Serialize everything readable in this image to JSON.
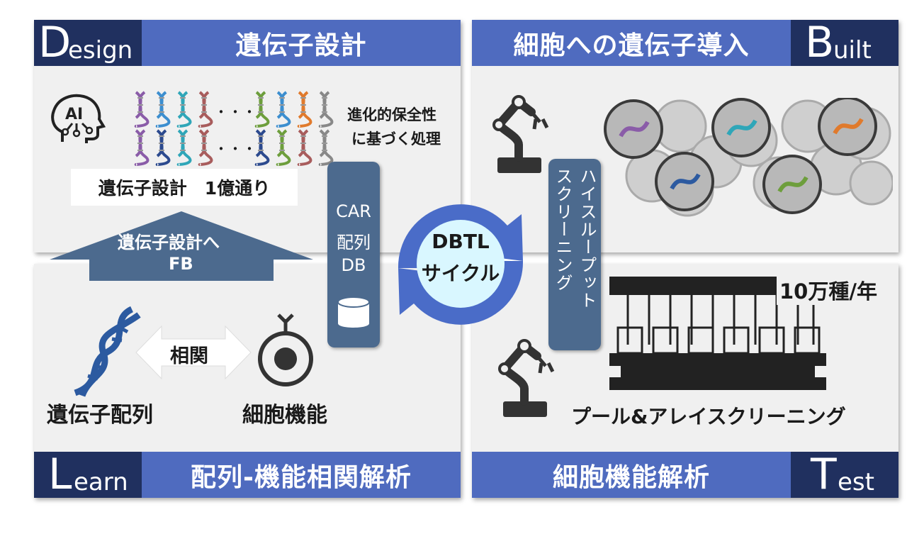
{
  "colors": {
    "bar_blue": "#4f6bbf",
    "dark_navy": "#20305f",
    "panel_gray": "#f0f0f0",
    "side_box": "#4c6a8e",
    "cycle_ring": "#4a6cc8",
    "cycle_center": "#d9f7ff"
  },
  "design": {
    "letter": "D",
    "word": "esign",
    "title": "遺伝子設計",
    "note_line1": "進化的保全性",
    "note_line2": "に基づく処理",
    "count_label": "遺伝子設計　1億通り",
    "ai_label": "AI",
    "dots_label": "・・・"
  },
  "built": {
    "letter": "B",
    "word": "uilt",
    "title": "細胞への遺伝子導入"
  },
  "learn": {
    "letter": "L",
    "word": "earn",
    "title": "配列-機能相関解析",
    "feedback_line1": "遺伝子設計へ",
    "feedback_line2": "FB",
    "correlation": "相関",
    "sequence_label": "遺伝子配列",
    "function_label": "細胞機能"
  },
  "test": {
    "letter": "T",
    "word": "est",
    "title": "細胞機能解析",
    "throughput": "10万種/年",
    "pool_label": "プール&アレイスクリーニング"
  },
  "db": {
    "line1": "CAR",
    "line2": "配列",
    "line3": "DB"
  },
  "cycle": {
    "line1": "DBTL",
    "line2": "サイクル"
  },
  "hts": {
    "col1": "ハイスループット",
    "col2": "スクリーニング"
  },
  "icons": [
    "robot-arm-icon",
    "dna-icon",
    "database-icon",
    "ai-head-icon",
    "cell-icon",
    "flask-icon"
  ]
}
